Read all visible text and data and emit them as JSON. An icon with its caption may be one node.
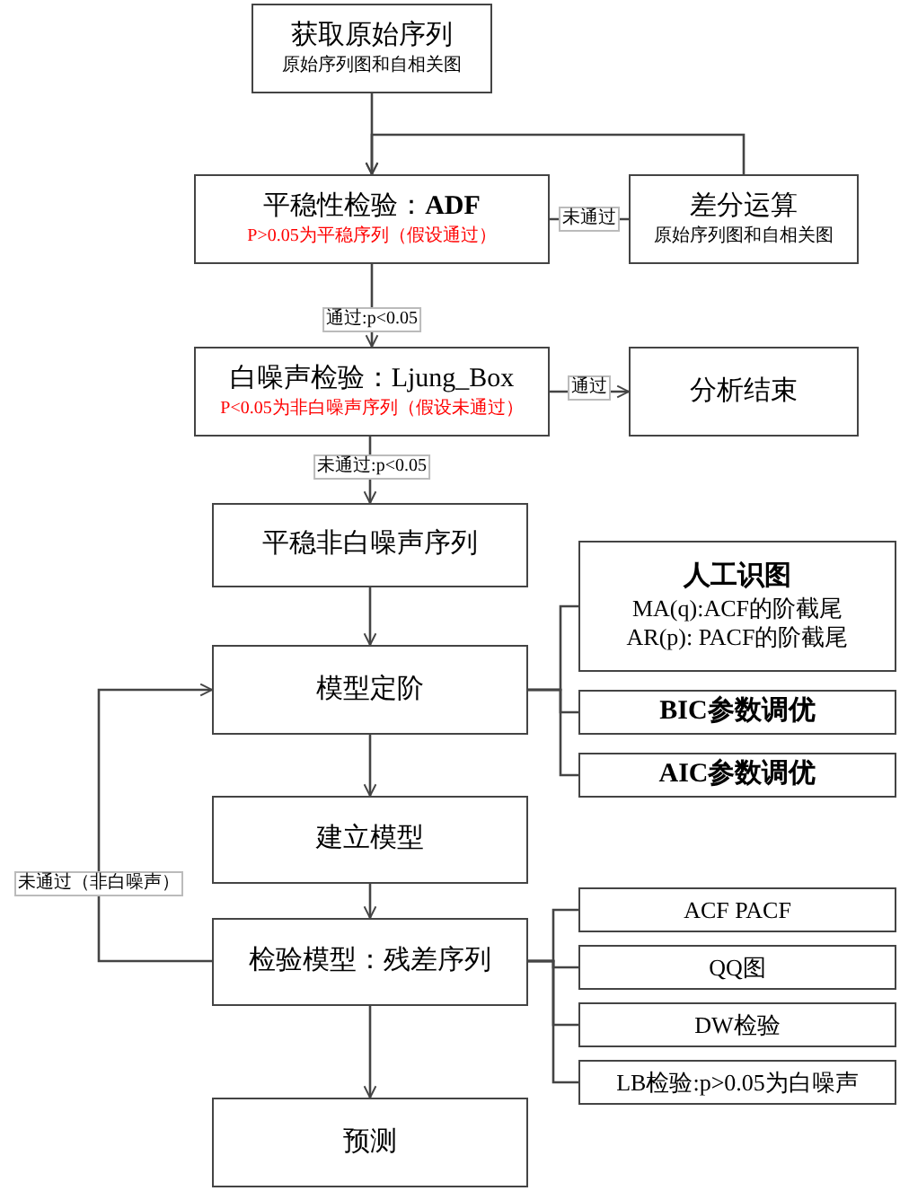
{
  "diagram": {
    "nodes": [
      {
        "text": [
          "获取原始序列",
          "原始序列图和自相关图"
        ]
      },
      {
        "text": [
          "平稳性检验：**ADF**",
          "P>0.05为平稳序列（假设通过）"
        ]
      },
      {
        "text": [
          "差分运算",
          "原始序列图和自相关图"
        ]
      },
      {
        "text": [
          "白噪声检验：Ljung_Box",
          "P<0.05为非白噪声序列（假设未通过）"
        ]
      },
      {
        "text": [
          "分析结束"
        ]
      },
      {
        "text": [
          "平稳非白噪声序列"
        ]
      },
      {
        "text": [
          "模型定阶"
        ]
      },
      {
        "text": [
          "人工识图",
          "MA(q):ACF的阶截尾",
          "AR(p): PACF的阶截尾"
        ]
      },
      {
        "text": [
          "BIC参数调优"
        ]
      },
      {
        "text": [
          "AIC参数调优"
        ]
      },
      {
        "text": [
          "建立模型"
        ]
      },
      {
        "text": [
          "检验模型：残差序列"
        ]
      },
      {
        "text": [
          "ACF PACF"
        ]
      },
      {
        "text": [
          "QQ图"
        ]
      },
      {
        "text": [
          "DW检验"
        ]
      },
      {
        "text": [
          "LB检验:p>0.05为白噪声"
        ]
      },
      {
        "text": [
          "预测"
        ]
      }
    ],
    "edges": [
      {
        "from": 0,
        "to": 1,
        "arrow": "to"
      },
      {
        "from": 1,
        "to": 2,
        "arrow": "none",
        "label": "未通过"
      },
      {
        "from": 2,
        "to": 1,
        "arrow": "to"
      },
      {
        "from": 1,
        "to": 3,
        "arrow": "to",
        "label": "通过:p<0.05"
      },
      {
        "from": 3,
        "to": 4,
        "arrow": "to",
        "label": "通过"
      },
      {
        "from": 3,
        "to": 5,
        "arrow": "to",
        "label": "未通过:p<0.05"
      },
      {
        "from": 5,
        "to": 6,
        "arrow": "to"
      },
      {
        "from": 6,
        "to": 7,
        "arrow": "none"
      },
      {
        "from": 6,
        "to": 8,
        "arrow": "none"
      },
      {
        "from": 6,
        "to": 9,
        "arrow": "none"
      },
      {
        "from": 6,
        "to": 10,
        "arrow": "to"
      },
      {
        "from": 10,
        "to": 11,
        "arrow": "to"
      },
      {
        "from": 11,
        "to": 6,
        "arrow": "to",
        "label": "未通过（非白噪声）"
      },
      {
        "from": 11,
        "to": 12,
        "arrow": "none"
      },
      {
        "from": 11,
        "to": 13,
        "arrow": "none"
      },
      {
        "from": 11,
        "to": 14,
        "arrow": "none"
      },
      {
        "from": 11,
        "to": 15,
        "arrow": "none"
      },
      {
        "from": 11,
        "to": 16,
        "arrow": "to"
      }
    ]
  }
}
